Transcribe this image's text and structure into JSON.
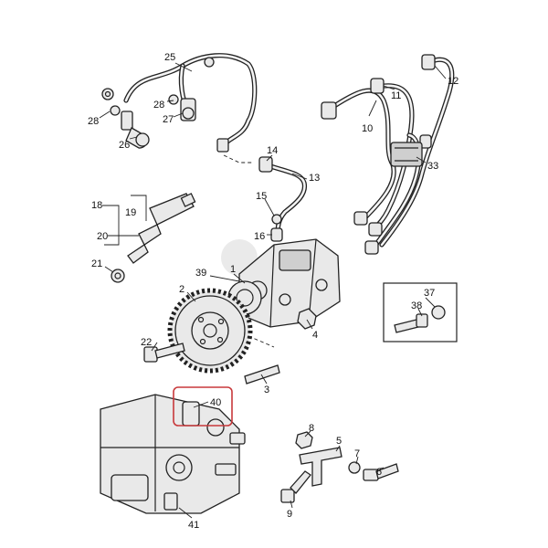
{
  "callouts": [
    {
      "label": "1"
    },
    {
      "label": "2"
    },
    {
      "label": "3"
    },
    {
      "label": "4"
    },
    {
      "label": "5"
    },
    {
      "label": "6"
    },
    {
      "label": "7"
    },
    {
      "label": "8"
    },
    {
      "label": "9"
    },
    {
      "label": "10"
    },
    {
      "label": "11"
    },
    {
      "label": "12"
    },
    {
      "label": "13"
    },
    {
      "label": "14"
    },
    {
      "label": "15"
    },
    {
      "label": "16"
    },
    {
      "label": "18"
    },
    {
      "label": "19"
    },
    {
      "label": "20"
    },
    {
      "label": "21"
    },
    {
      "label": "22"
    },
    {
      "label": "25"
    },
    {
      "label": "26"
    },
    {
      "label": "27"
    },
    {
      "label": "28"
    },
    {
      "label": "28"
    },
    {
      "label": "33"
    },
    {
      "label": "37"
    },
    {
      "label": "38"
    },
    {
      "label": "39"
    },
    {
      "label": "40"
    },
    {
      "label": "41"
    }
  ],
  "highlight_color": "#c8393b"
}
